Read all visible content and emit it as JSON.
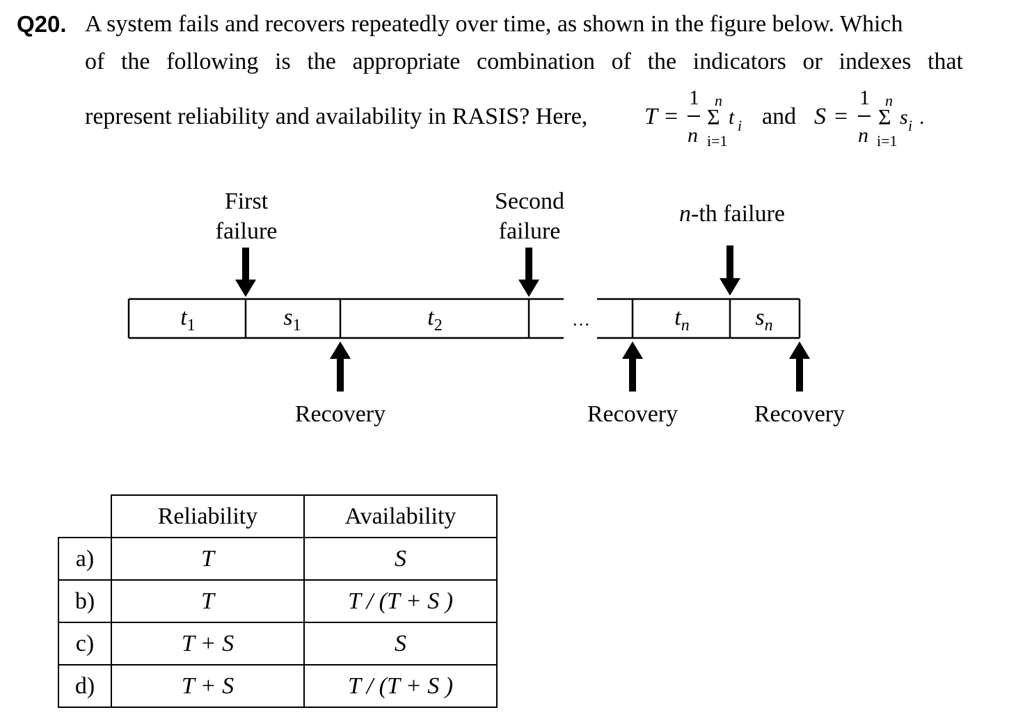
{
  "question": {
    "number": "Q20.",
    "line1": "A system fails and recovers repeatedly over time, as shown in the figure below.   Which",
    "line2": "of the following is the appropriate combination of the indicators or indexes that",
    "line3_text": "represent reliability and availability in RASIS?   Here,",
    "formula_T": {
      "lhs": "T",
      "eq": "=",
      "num": "1",
      "den": "n",
      "sum": "Σ",
      "upper": "n",
      "lower": "i=1",
      "term": "t",
      "sub": "i"
    },
    "and_text": "and",
    "formula_S": {
      "lhs": "S",
      "eq": "=",
      "num": "1",
      "den": "n",
      "sum": "Σ",
      "upper": "n",
      "lower": "i=1",
      "term": "s",
      "sub": "i",
      "tail": "."
    }
  },
  "figure": {
    "first_failure": [
      "First",
      "failure"
    ],
    "second_failure": [
      "Second",
      "failure"
    ],
    "nth_failure_n": "n",
    "nth_failure_rest": "-th failure",
    "segments": {
      "t1": {
        "var": "t",
        "sub": "1"
      },
      "s1": {
        "var": "s",
        "sub": "1"
      },
      "t2": {
        "var": "t",
        "sub": "2"
      },
      "tn": {
        "var": "t",
        "sub": "n"
      },
      "sn": {
        "var": "s",
        "sub": "n"
      }
    },
    "ellipsis": "…",
    "recovery_labels": [
      "Recovery",
      "Recovery",
      "Recovery"
    ]
  },
  "table": {
    "headers": [
      "Reliability",
      "Availability"
    ],
    "rows": [
      {
        "option": "a)",
        "reliability": "T",
        "availability": "S"
      },
      {
        "option": "b)",
        "reliability": "T",
        "availability": "T / (T + S )"
      },
      {
        "option": "c)",
        "reliability": "T + S",
        "availability": "S"
      },
      {
        "option": "d)",
        "reliability": "T + S",
        "availability": "T / (T + S )"
      }
    ]
  }
}
